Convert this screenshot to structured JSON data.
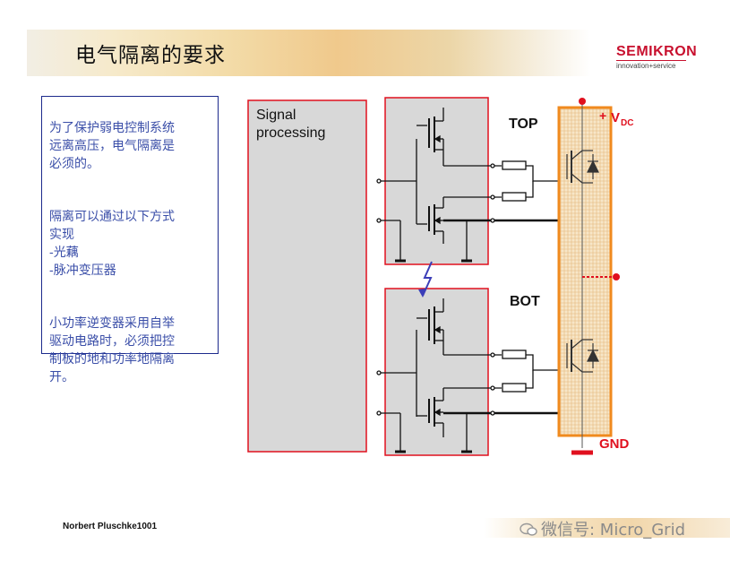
{
  "slide": {
    "title": "电气隔离的要求",
    "logo": {
      "name": "SEMIKRON",
      "tagline": "innovation+service"
    },
    "notes": [
      "为了保护弱电控制系统\n远离高压，电气隔离是\n必须的。",
      "隔离可以通过以下方式\n实现\n-光藕\n-脉冲变压器",
      "小功率逆变器采用自举\n驱动电路时，必须把控\n制板的地和功率地隔离\n开。"
    ],
    "footer": {
      "author": "Norbert Pluschke1001",
      "watermark": "微信号: Micro_Grid"
    }
  },
  "diagram": {
    "signal_block_label_1": "Signal",
    "signal_block_label_2": "processing",
    "top_label": "TOP",
    "bot_label": "BOT",
    "plus_label": "+",
    "vdc_label": "V",
    "vdc_sub": "DC",
    "gnd_label": "GND",
    "colors": {
      "red_outline": "#e0101e",
      "block_fill": "#d8d8d8",
      "orange": "#f08a1e",
      "bolt": "#3b3db8",
      "text": "#111111"
    }
  }
}
